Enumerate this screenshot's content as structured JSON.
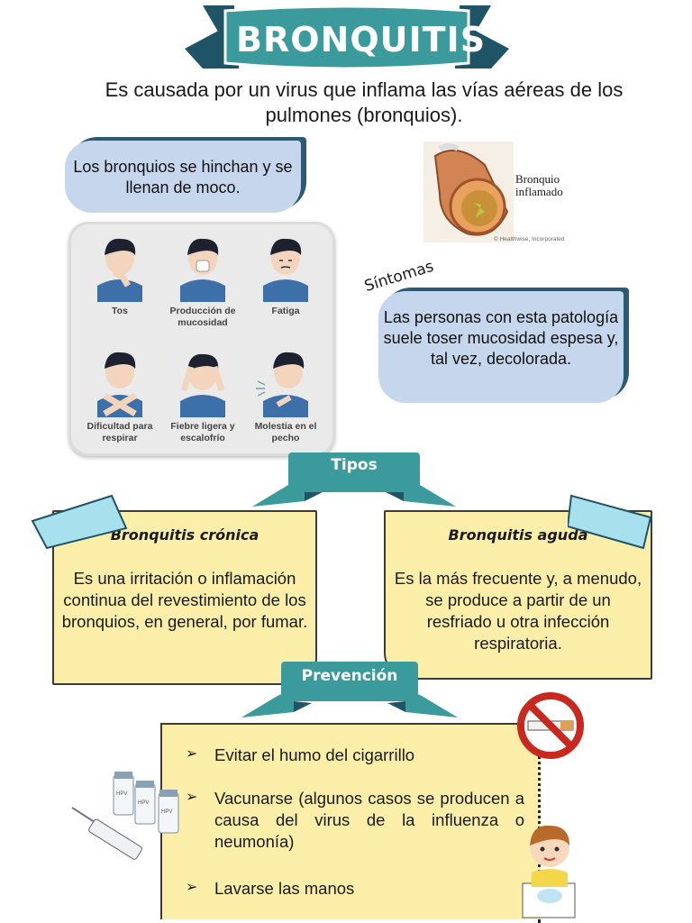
{
  "title": "BRONQUITIS",
  "intro": "Es causada por un virus que inflama las vías aéreas de los pulmones (bronquios).",
  "bubble_top": "Los bronquios se hinchan y se llenan de moco.",
  "symptoms_label": "Síntomas",
  "bubble_symptoms": "Las personas con esta patología suele toser mucosidad espesa y, tal vez, decolorada.",
  "symptom_items": [
    {
      "label": "Tos"
    },
    {
      "label": "Producción de mucosidad"
    },
    {
      "label": "Fatiga"
    },
    {
      "label": "Dificultad para respirar"
    },
    {
      "label": "Fiebre ligera y escalofrío"
    },
    {
      "label": "Molestia en el pecho"
    }
  ],
  "bronchus_image": {
    "label": "Bronquio inflamado",
    "credit": "© Healthwise, Incorporated"
  },
  "types_ribbon": "Tipos",
  "types": [
    {
      "title": "Bronquitis crónica",
      "text": "Es una irritación o inflamación continua del revestimiento de los bronquios, en general, por fumar."
    },
    {
      "title": "Bronquitis aguda",
      "text": "Es la más frecuente y, a menudo, se produce a partir de un resfriado u otra infección respiratoria."
    }
  ],
  "prevention_ribbon": "Prevención",
  "prevention_items": [
    "Evitar el humo del cigarrillo",
    "Vacunarse (algunos casos se producen a causa del virus de la influenza o neumonía)",
    "Lavarse las manos"
  ],
  "vial_label": "HPV",
  "colors": {
    "teal": "#3a9a9c",
    "dark_teal": "#1f5467",
    "bubble": "#c6d6ec",
    "note": "#fbeea9",
    "ribbon_light": "#a9e0ee"
  }
}
